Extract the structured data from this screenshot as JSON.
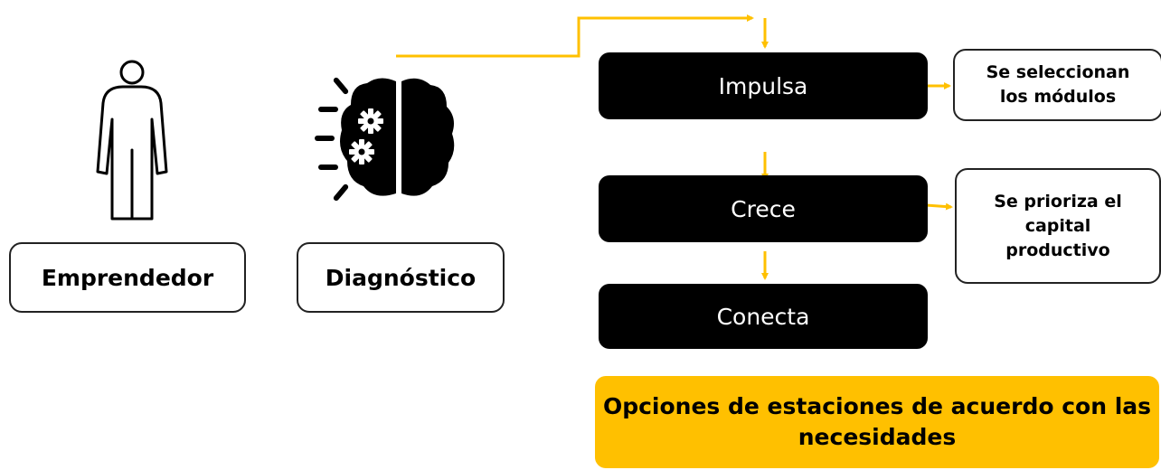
{
  "nodes": {
    "emprendedor": "Emprendedor",
    "diagnostico": "Diagnóstico",
    "impulsa": "Impulsa",
    "crece": "Crece",
    "conecta": "Conecta",
    "seleccionan_line1": "Se seleccionan",
    "seleccionan_line2": "los módulos",
    "prioriza_line1": "Se prioriza el",
    "prioriza_line2": "capital",
    "prioriza_line3": "productivo",
    "opciones_line1": "Opciones de estaciones de acuerdo con las",
    "opciones_line2": "necesidades"
  },
  "icons": {
    "person": "person-icon",
    "brain": "brain-gears-icon"
  },
  "colors": {
    "accent": "#FFC000",
    "stage_fill": "#000000",
    "stage_text": "#FFFFFF",
    "outline": "#222222"
  }
}
